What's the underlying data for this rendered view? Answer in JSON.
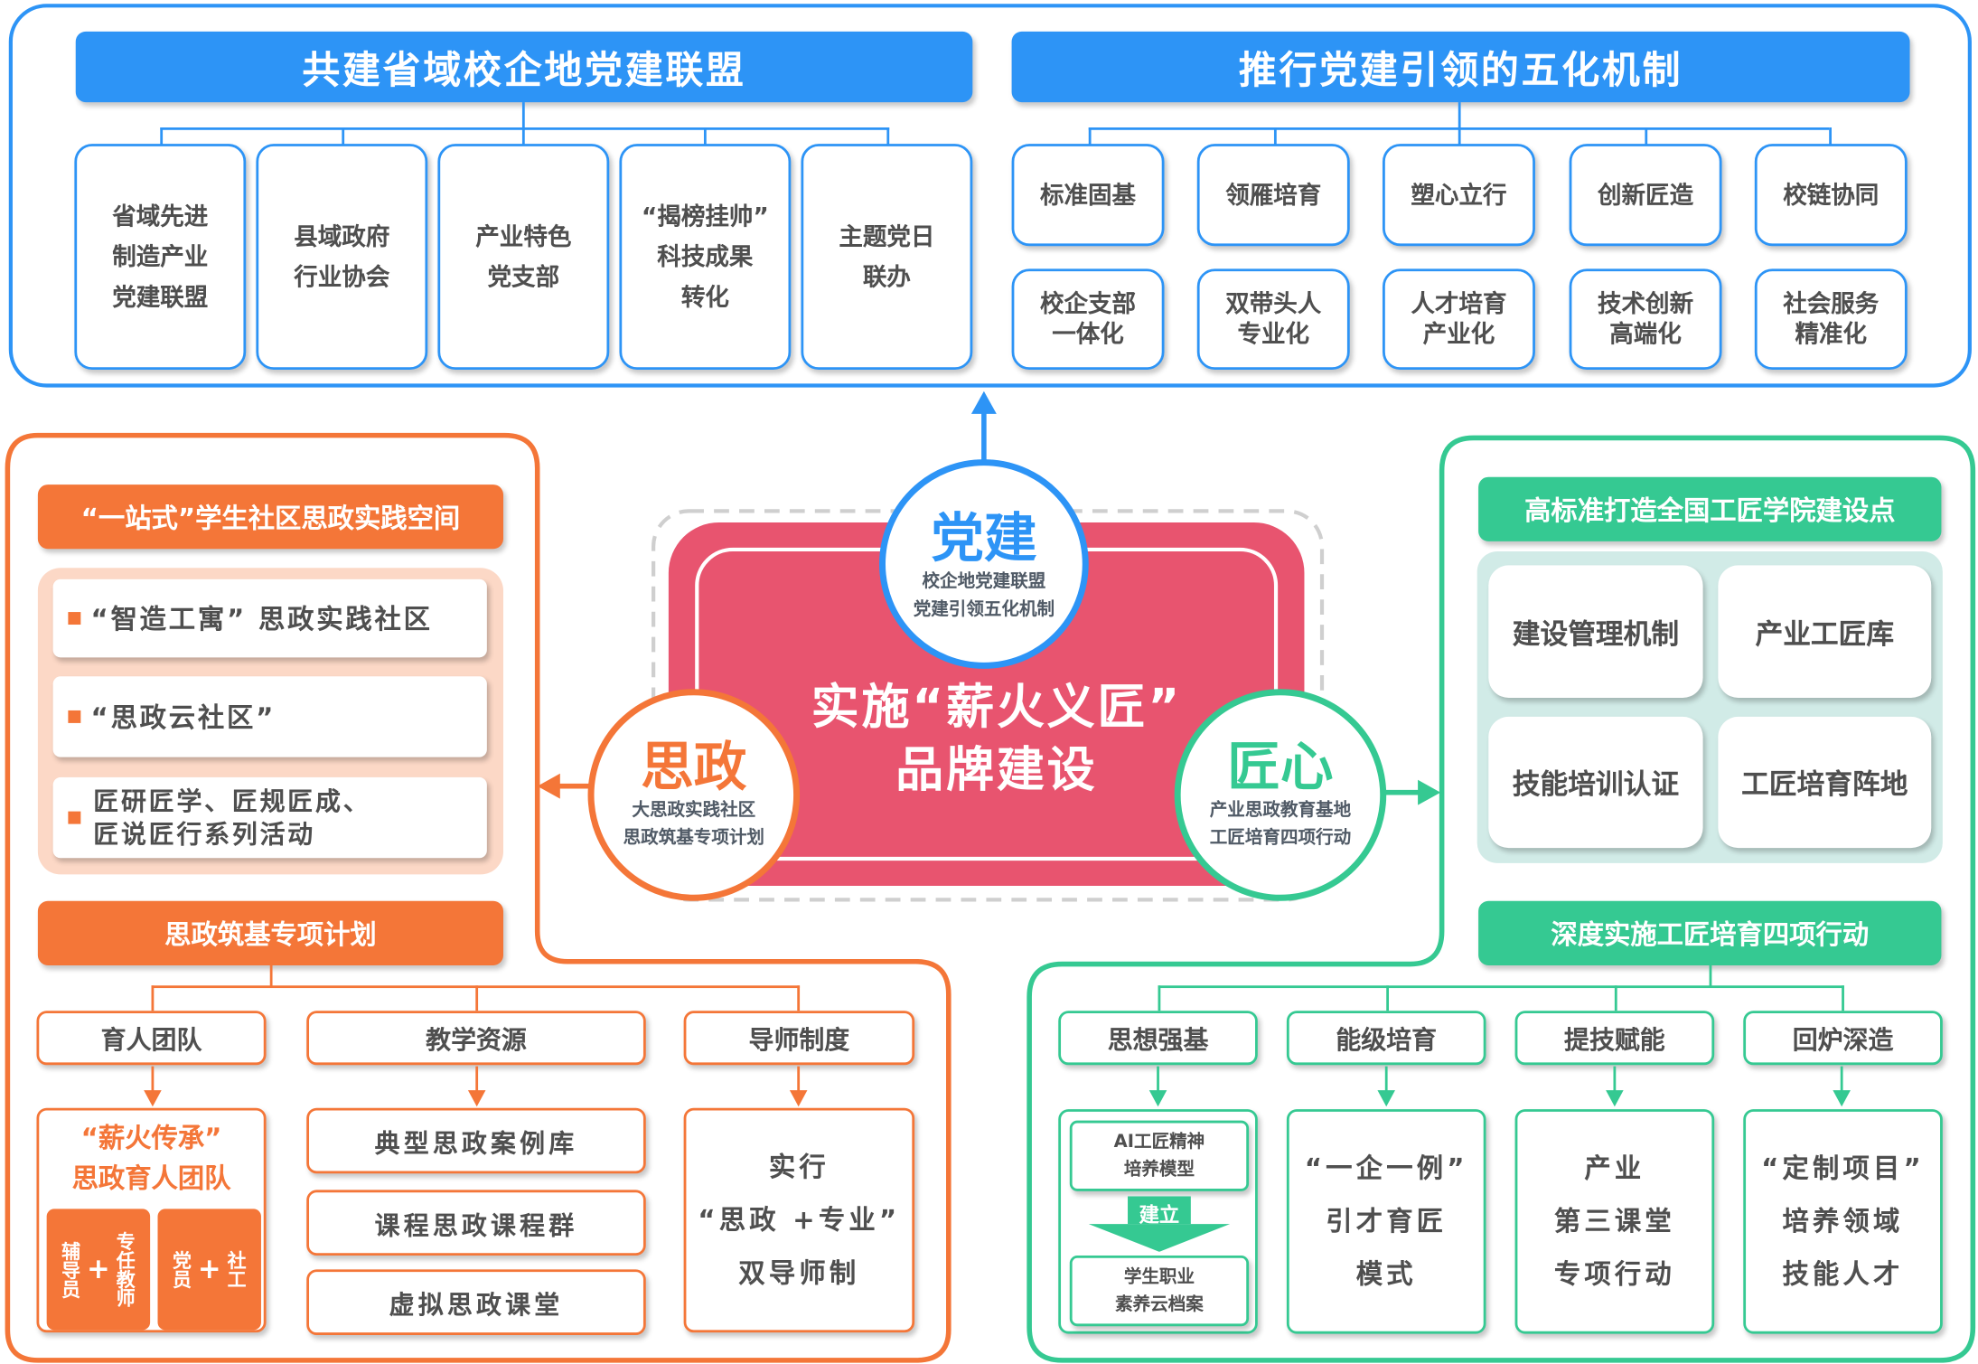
{
  "colors": {
    "blue": "#2d94f6",
    "orange": "#f47638",
    "green": "#35c992",
    "pink": "#e8546f",
    "text": "#4f4f4f"
  },
  "top": {
    "alliance": {
      "title": "共建省域校企地党建联盟",
      "items": [
        [
          "省域先进",
          "制造产业",
          "党建联盟"
        ],
        [
          "县域政府",
          "行业协会"
        ],
        [
          "产业特色",
          "党支部"
        ],
        [
          "“揭榜挂帅”",
          "科技成果",
          "转化"
        ],
        [
          "主题党日",
          "联办"
        ]
      ]
    },
    "mechanism": {
      "title": "推行党建引领的五化机制",
      "row1": [
        "标准固基",
        "领雁培育",
        "塑心立行",
        "创新匠造",
        "校链协同"
      ],
      "row2": [
        [
          "校企支部",
          "一体化"
        ],
        [
          "双带头人",
          "专业化"
        ],
        [
          "人才培育",
          "产业化"
        ],
        [
          "技术创新",
          "高端化"
        ],
        [
          "社会服务",
          "精准化"
        ]
      ]
    }
  },
  "center": {
    "title_line1": "实施“薪火义匠”",
    "title_line2": "品牌建设",
    "dangjian": {
      "title": "党建",
      "line1": "校企地党建联盟",
      "line2": "党建引领五化机制"
    },
    "sizheng": {
      "title": "思政",
      "line1": "大思政实践社区",
      "line2": "思政筑基专项计划"
    },
    "jiangxin": {
      "title": "匠心",
      "line1": "产业思政教育基地",
      "line2": "工匠培育四项行动"
    }
  },
  "left": {
    "community": {
      "title": "“一站式”学生社区思政实践空间",
      "items": [
        {
          "text": "“智造工寓” 思政实践社区"
        },
        {
          "text": "“思政云社区”"
        },
        {
          "line1": "匠研匠学、匠规匠成、",
          "line2": "匠说匠行系列活动"
        }
      ]
    },
    "plan": {
      "title": "思政筑基专项计划",
      "columns": [
        {
          "head": "育人团队"
        },
        {
          "head": "教学资源"
        },
        {
          "head": "导师制度"
        }
      ],
      "team": {
        "line1": "“薪火传承”",
        "line2": "思政育人团队",
        "group1_a": "辅导员",
        "group1_b": "专任教师",
        "group2_a": "党员",
        "group2_b": "社工",
        "plus": "+"
      },
      "resources": [
        "典型思政案例库",
        "课程思政课程群",
        "虚拟思政课堂"
      ],
      "mentor": [
        "实行",
        "“思政 +专业”",
        "双导师制"
      ]
    }
  },
  "right": {
    "academy": {
      "title": "高标准打造全国工匠学院建设点",
      "items": [
        "建设管理机制",
        "产业工匠库",
        "技能培训认证",
        "工匠培育阵地"
      ]
    },
    "actions": {
      "title": "深度实施工匠培育四项行动",
      "heads": [
        "思想强基",
        "能级培育",
        "提技赋能",
        "回炉深造"
      ],
      "first": {
        "top": [
          "AI工匠精神",
          "培养模型"
        ],
        "arrow": "建立",
        "bottom": [
          "学生职业",
          "素养云档案"
        ]
      },
      "others": [
        [
          "“一企一例”",
          "引才育匠",
          "模式"
        ],
        [
          "产业",
          "第三课堂",
          "专项行动"
        ],
        [
          "“定制项目”",
          "培养领域",
          "技能人才"
        ]
      ]
    }
  }
}
